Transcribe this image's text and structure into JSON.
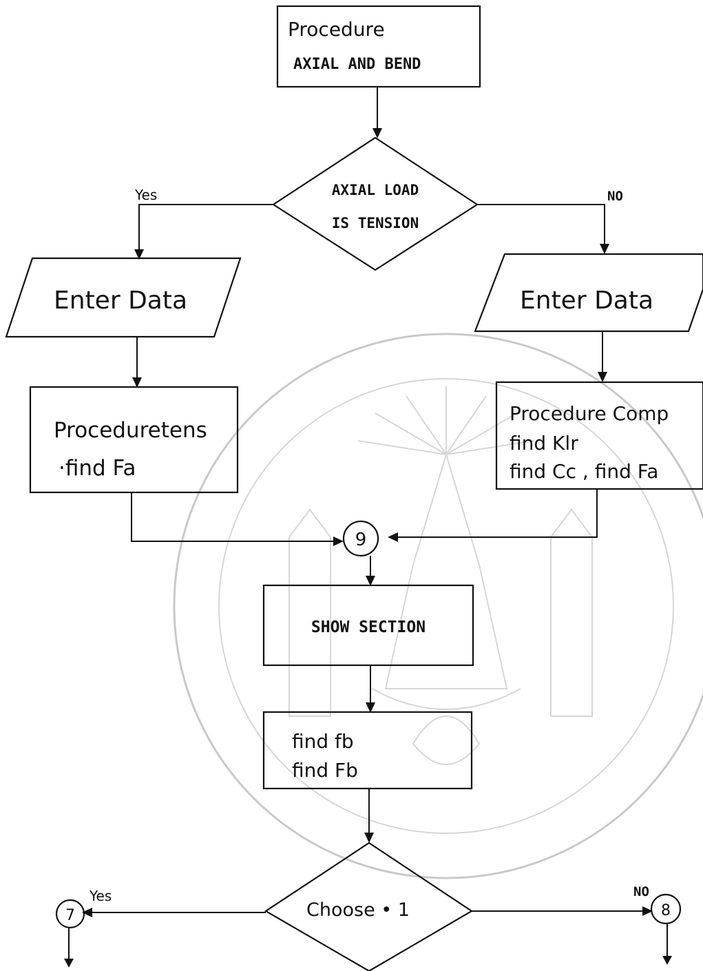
{
  "flowchart": {
    "start": {
      "line1": "Procedure",
      "line2": "AXIAL AND BEND"
    },
    "decision_tension": {
      "line1": "AXIAL LOAD",
      "line2": "IS TENSION",
      "yes_label": "Yes",
      "no_label": "NO"
    },
    "input_left": {
      "text": "Enter Data"
    },
    "input_right": {
      "text": "Enter Data"
    },
    "proc_tens": {
      "line1": "Proceduretens",
      "line2": "·find Fa"
    },
    "proc_comp": {
      "line1": "Procedure Comp",
      "line2": "find Klr",
      "line3": "find Cc , find Fa"
    },
    "connector_9": {
      "text": "9"
    },
    "show_section": {
      "text": "SHOW SECTION"
    },
    "find_box": {
      "line1": "find fb",
      "line2": "find Fb"
    },
    "decision_choose": {
      "text": "Choose • 1",
      "yes_label": "Yes",
      "no_label": "NO"
    },
    "connector_7": {
      "text": "7"
    },
    "connector_8": {
      "text": "8"
    }
  },
  "colors": {
    "ink": "#111111",
    "watermark": "#c9c9c9",
    "background": "#ffffff"
  }
}
